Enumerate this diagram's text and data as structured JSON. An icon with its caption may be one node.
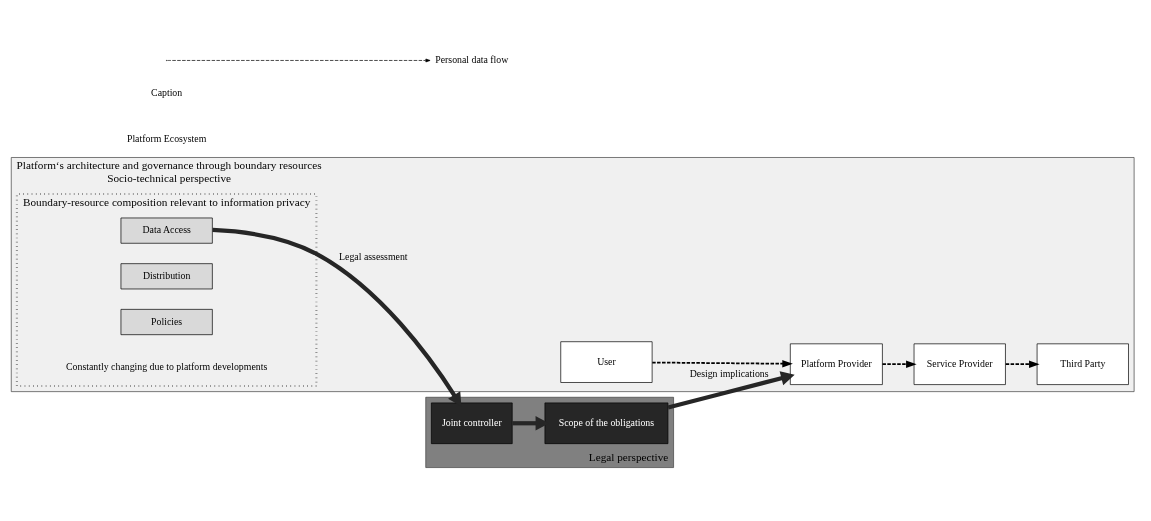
{
  "diagram": {
    "nodes": [
      {
        "text": [
          "Platform‘s architecture and governance through boundary resources",
          "Socio-technical perspective"
        ]
      },
      {
        "text": [
          "Legal perspective"
        ]
      },
      {
        "text": [
          "User"
        ],
        "in": 0
      },
      {
        "text": [
          "Platform Provider"
        ],
        "in": 0
      },
      {
        "text": [
          "Boundary-resource composition relevant to information privacy"
        ],
        "beside": [
          "Constantly changing due to platform developments"
        ],
        "in": 0
      },
      {
        "text": [
          "Data Access"
        ],
        "in": 4
      },
      {
        "text": [
          "Distribution"
        ],
        "in": 4
      },
      {
        "text": [
          "Policies"
        ],
        "in": 4
      },
      {
        "text": [
          "Service Provider"
        ],
        "in": 0
      },
      {
        "text": [
          "Third Party"
        ],
        "in": 0
      },
      {
        "text": [
          "Joint controller"
        ],
        "in": 1
      },
      {
        "text": [
          "Scope of the obligations"
        ],
        "in": 1
      }
    ],
    "edges": [
      {
        "from": 2,
        "to": 3,
        "arrow": "to",
        "style": "dashed"
      },
      {
        "from": 3,
        "to": 8,
        "arrow": "to",
        "style": "dashed"
      },
      {
        "from": 8,
        "to": 9,
        "arrow": "to",
        "style": "dashed"
      },
      {
        "from": 5,
        "to": 10,
        "arrow": "to",
        "style": "thick",
        "label": "Legal assessment"
      },
      {
        "from": 10,
        "to": 11,
        "arrow": "to",
        "style": "thick"
      },
      {
        "from": 11,
        "to": 3,
        "arrow": "to",
        "style": "thick",
        "label": "Design implications"
      }
    ],
    "labels": [
      "Platform Ecosystem",
      "Caption"
    ],
    "legend": [
      {
        "text": "Personal data flow"
      }
    ]
  }
}
